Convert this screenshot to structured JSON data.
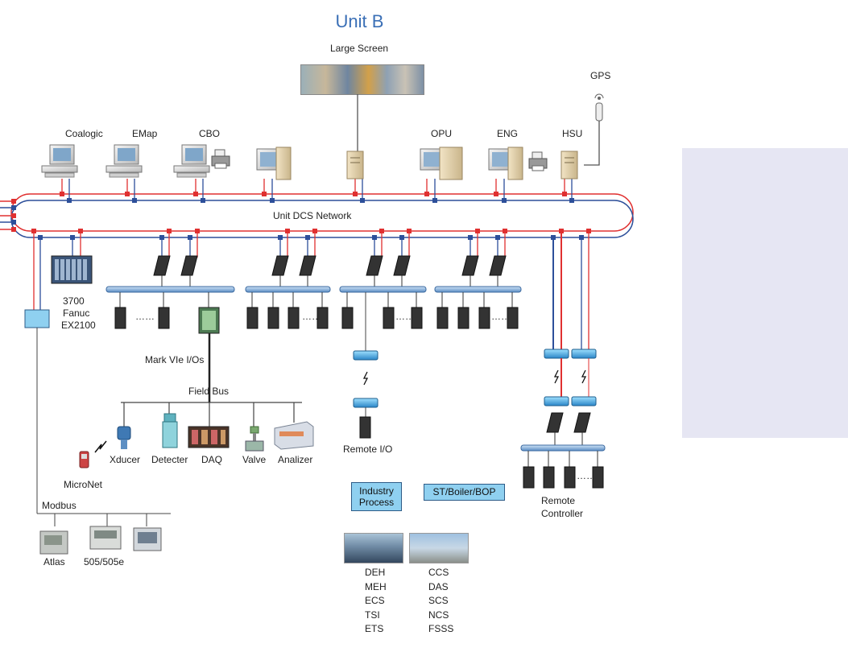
{
  "title": "Unit B",
  "large_screen_label": "Large Screen",
  "gps_label": "GPS",
  "workstations": {
    "coalogic": "Coalogic",
    "emap": "EMap",
    "cbo": "CBO",
    "opu": "OPU",
    "eng": "ENG",
    "hsu": "HSU"
  },
  "network_label": "Unit DCS Network",
  "controller_label": [
    "3700",
    "Fanuc",
    "EX2100"
  ],
  "mark_vie_label": "Mark VIe I/Os",
  "field_bus_label": "Field Bus",
  "field_devices": {
    "xducer": "Xducer",
    "detecter": "Detecter",
    "daq": "DAQ",
    "valve": "Valve",
    "analizer": "Analizer",
    "micronet": "MicroNet"
  },
  "modbus_label": "Modbus",
  "modbus_devices": {
    "atlas": "Atlas",
    "g505": "505/505e"
  },
  "remote_io_label": "Remote I/O",
  "remote_controller_label": [
    "Remote",
    "Controller"
  ],
  "industry_process_label": [
    "Industry",
    "Process"
  ],
  "st_boiler_label": "ST/Boiler/BOP",
  "left_list": [
    "DEH",
    "MEH",
    "ECS",
    "TSI",
    "ETS"
  ],
  "right_list": [
    "CCS",
    "DAS",
    "SCS",
    "NCS",
    "FSSS"
  ],
  "ellipsis": "……",
  "colors": {
    "title": "#3a6fb6",
    "red_network": "#e03030",
    "blue_network": "#2d4f9a",
    "side_panel": "#e6e6f3",
    "process_box": "#8fd0f0"
  }
}
